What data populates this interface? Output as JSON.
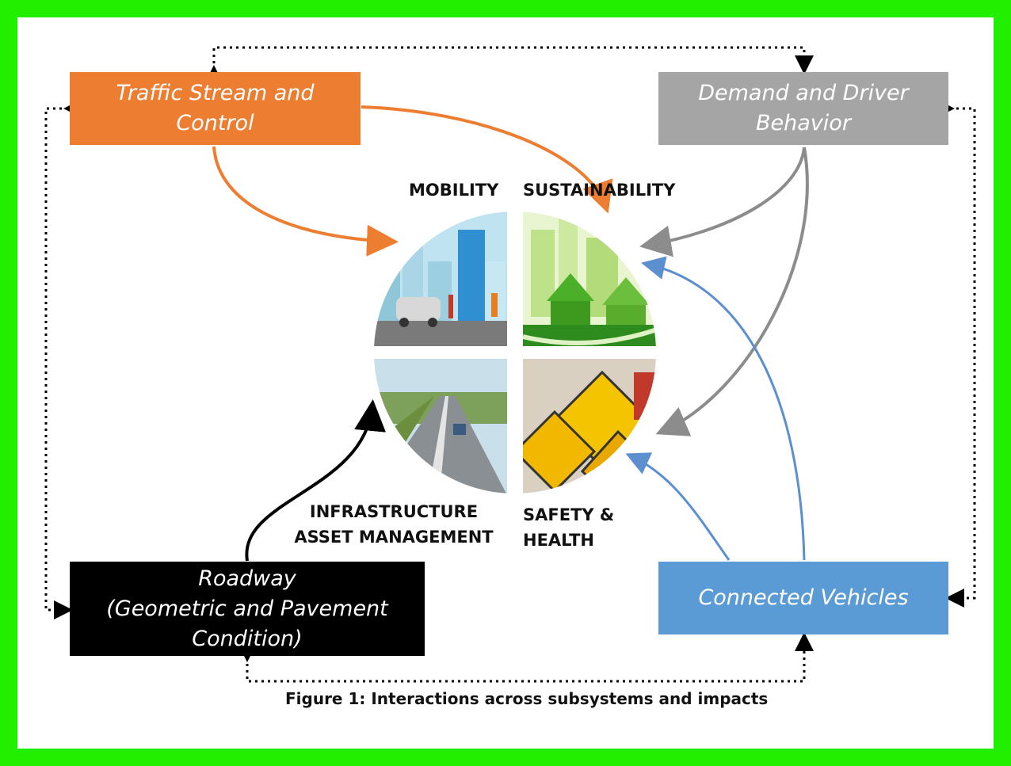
{
  "boxes": {
    "traffic": {
      "line1": "Traffic Stream and",
      "line2": "Control"
    },
    "demand": {
      "line1": "Demand and Driver",
      "line2": "Behavior"
    },
    "roadway": {
      "line1": "Roadway",
      "line2": "(Geometric and Pavement",
      "line3": "Condition)"
    },
    "connected": {
      "line1": "Connected Vehicles"
    }
  },
  "impacts": {
    "mobility": "MOBILITY",
    "sustainability": "SUSTAINABILITY",
    "infrastructure_line1": "INFRASTRUCTURE",
    "infrastructure_line2": "ASSET MANAGEMENT",
    "safety_line1": "SAFETY &",
    "safety_line2": "HEALTH"
  },
  "caption": "Figure 1: Interactions across subsystems and impacts",
  "colors": {
    "frame": "#22ee00",
    "traffic": "#ed7d31",
    "demand": "#a5a5a5",
    "roadway": "#000000",
    "connected": "#5b9bd5"
  }
}
